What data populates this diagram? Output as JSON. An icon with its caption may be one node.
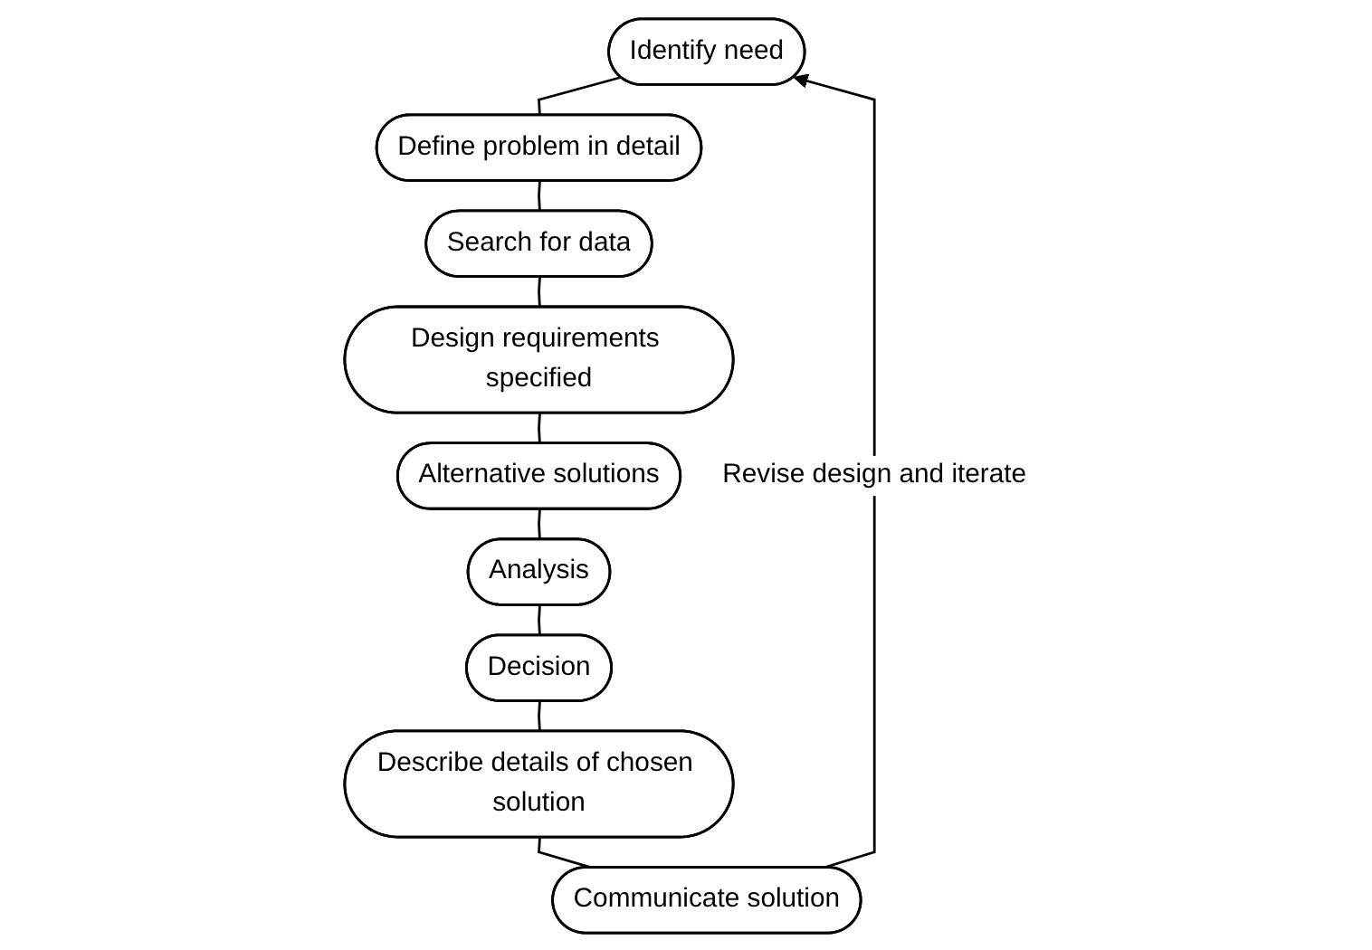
{
  "diagram": {
    "nodes": [
      {
        "text": [
          "Identify need"
        ]
      },
      {
        "text": [
          "Define problem in detail"
        ]
      },
      {
        "text": [
          "Search for data"
        ]
      },
      {
        "text": [
          "Design requirements specified"
        ]
      },
      {
        "text": [
          "Alternative solutions"
        ]
      },
      {
        "text": [
          "Analysis"
        ]
      },
      {
        "text": [
          "Decision"
        ]
      },
      {
        "text": [
          "Describe details of chosen solution"
        ]
      },
      {
        "text": [
          "Communicate solution"
        ]
      }
    ],
    "edges": [
      {
        "from": 0,
        "to": 1,
        "arrow": "none"
      },
      {
        "from": 1,
        "to": 2,
        "arrow": "none"
      },
      {
        "from": 2,
        "to": 3,
        "arrow": "none"
      },
      {
        "from": 3,
        "to": 4,
        "arrow": "none"
      },
      {
        "from": 4,
        "to": 5,
        "arrow": "none"
      },
      {
        "from": 5,
        "to": 6,
        "arrow": "none"
      },
      {
        "from": 6,
        "to": 7,
        "arrow": "none"
      },
      {
        "from": 7,
        "to": 8,
        "arrow": "none"
      },
      {
        "from": 8,
        "to": 0,
        "arrow": "to",
        "label": "Revise design and iterate"
      }
    ]
  }
}
